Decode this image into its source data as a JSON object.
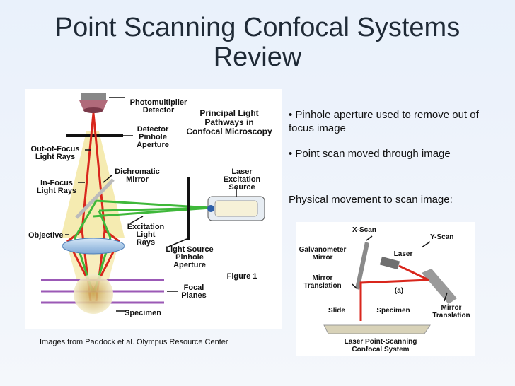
{
  "slide": {
    "title_line1": "Point Scanning Confocal Systems",
    "title_line2": "Review",
    "bullets": [
      "Pinhole aperture used to remove out of focus image",
      "Point scan moved through image"
    ],
    "subheading": "Physical movement to scan image:",
    "credit": "Images from Paddock et al. Olympus Resource Center"
  },
  "figure1": {
    "title": [
      "Principal Light",
      "Pathways in",
      "Confocal Microscopy"
    ],
    "figure_label": "Figure 1",
    "labels": {
      "photomultiplier": [
        "Photomultiplier",
        "Detector"
      ],
      "detector_pinhole": [
        "Detector",
        "Pinhole",
        "Aperture"
      ],
      "out_of_focus": [
        "Out-of-Focus",
        "Light Rays"
      ],
      "in_focus": [
        "In-Focus",
        "Light Rays"
      ],
      "dichromatic": [
        "Dichromatic",
        "Mirror"
      ],
      "laser_source": [
        "Laser",
        "Excitation",
        "Source"
      ],
      "objective": "Objective",
      "excitation": [
        "Excitation",
        "Light",
        "Rays"
      ],
      "light_source_pinhole": [
        "Light Source",
        "Pinhole",
        "Aperture"
      ],
      "focal_planes": [
        "Focal",
        "Planes"
      ],
      "specimen": "Specimen"
    }
  },
  "figure2": {
    "panel": "(a)",
    "labels": {
      "x_scan": "X-Scan",
      "y_scan": "Y-Scan",
      "galvanometer": [
        "Galvanometer",
        "Mirror"
      ],
      "laser": "Laser",
      "mirror_translation_left": [
        "Mirror",
        "Translation"
      ],
      "slide": "Slide",
      "specimen": "Specimen",
      "mirror_translation_right": [
        "Mirror",
        "Translation"
      ],
      "caption": [
        "Laser Point-Scanning",
        "Confocal System"
      ]
    }
  },
  "colors": {
    "red_ray": "#d9261c",
    "green_ray": "#3fb83a",
    "yellow_cone": "#f3e7a3",
    "purple_plane": "#9b59b6",
    "title": "#1f2a36"
  }
}
